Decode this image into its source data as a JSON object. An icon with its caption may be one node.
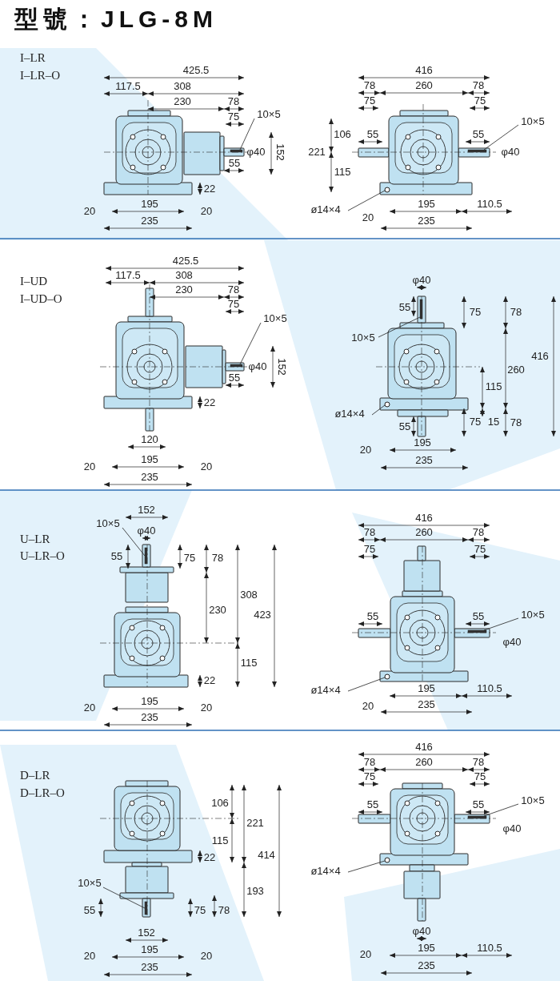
{
  "diagram": {
    "title": "型號：JLG-8M",
    "nodes": [
      {
        "text": [
          "10×5"
        ]
      },
      {
        "text": [
          "10×5"
        ]
      },
      {
        "text": [
          "ø14×4"
        ]
      },
      {
        "text": [
          "10×5"
        ]
      },
      {
        "text": [
          "10×5"
        ]
      },
      {
        "text": [
          "ø14×4"
        ]
      },
      {
        "text": [
          "10×5"
        ]
      },
      {
        "text": [
          "10×5"
        ]
      },
      {
        "text": [
          "ø14×4"
        ]
      },
      {
        "text": [
          "10×5"
        ]
      },
      {
        "text": [
          "10×5"
        ]
      },
      {
        "text": [
          "ø14×4"
        ]
      },
      {
        "text": [],
        "shape": "circle"
      },
      {
        "text": [],
        "shape": "circle"
      },
      {
        "text": [],
        "shape": "circle"
      },
      {
        "text": [],
        "shape": "circle"
      },
      {
        "text": [],
        "shape": "bar"
      },
      {
        "text": [],
        "shape": "bar"
      },
      {
        "text": [],
        "shape": "bar"
      },
      {
        "text": [],
        "shape": "bar"
      },
      {
        "text": [],
        "shape": "bar"
      },
      {
        "text": [],
        "shape": "bar"
      },
      {
        "text": [],
        "shape": "bar"
      },
      {
        "text": [],
        "shape": "bar"
      }
    ],
    "edges": [
      {
        "from": 0,
        "to": 16,
        "arrow": "none"
      },
      {
        "from": 1,
        "to": 17,
        "arrow": "none"
      },
      {
        "from": 2,
        "to": 12,
        "arrow": "none"
      },
      {
        "from": 3,
        "to": 18,
        "arrow": "none"
      },
      {
        "from": 4,
        "to": 19,
        "arrow": "none"
      },
      {
        "from": 5,
        "to": 13,
        "arrow": "none"
      },
      {
        "from": 6,
        "to": 20,
        "arrow": "none"
      },
      {
        "from": 7,
        "to": 21,
        "arrow": "none"
      },
      {
        "from": 8,
        "to": 14,
        "arrow": "none"
      },
      {
        "from": 9,
        "to": 22,
        "arrow": "none"
      },
      {
        "from": 10,
        "to": 23,
        "arrow": "none"
      },
      {
        "from": 11,
        "to": 15,
        "arrow": "none"
      }
    ],
    "labels": [
      "I–LR",
      "I–LR–O",
      "425.5",
      "117.5",
      "308",
      "230",
      "78",
      "75",
      "φ40",
      "152",
      "55",
      "22",
      "195",
      "20",
      "20",
      "235",
      "416",
      "78",
      "260",
      "78",
      "75",
      "75",
      "106",
      "55",
      "55",
      "221",
      "φ40",
      "115",
      "20",
      "195",
      "110.5",
      "235",
      "I–UD",
      "I–UD–O",
      "425.5",
      "117.5",
      "308",
      "230",
      "78",
      "75",
      "φ40",
      "152",
      "55",
      "22",
      "120",
      "20",
      "195",
      "20",
      "235",
      "φ40",
      "55",
      "75",
      "78",
      "416",
      "260",
      "115",
      "55",
      "75",
      "15",
      "78",
      "195",
      "20",
      "235",
      "U–LR",
      "U–LR–O",
      "152",
      "φ40",
      "55",
      "75",
      "78",
      "308",
      "230",
      "423",
      "115",
      "22",
      "20",
      "195",
      "20",
      "235",
      "416",
      "78",
      "260",
      "78",
      "75",
      "75",
      "55",
      "55",
      "φ40",
      "20",
      "195",
      "110.5",
      "235",
      "D–LR",
      "D–LR–O",
      "106",
      "221",
      "115",
      "22",
      "414",
      "193",
      "55",
      "75",
      "78",
      "152",
      "20",
      "195",
      "20",
      "235",
      "416",
      "78",
      "260",
      "78",
      "75",
      "75",
      "55",
      "55",
      "φ40",
      "φ40",
      "20",
      "195",
      "110.5",
      "235"
    ]
  }
}
